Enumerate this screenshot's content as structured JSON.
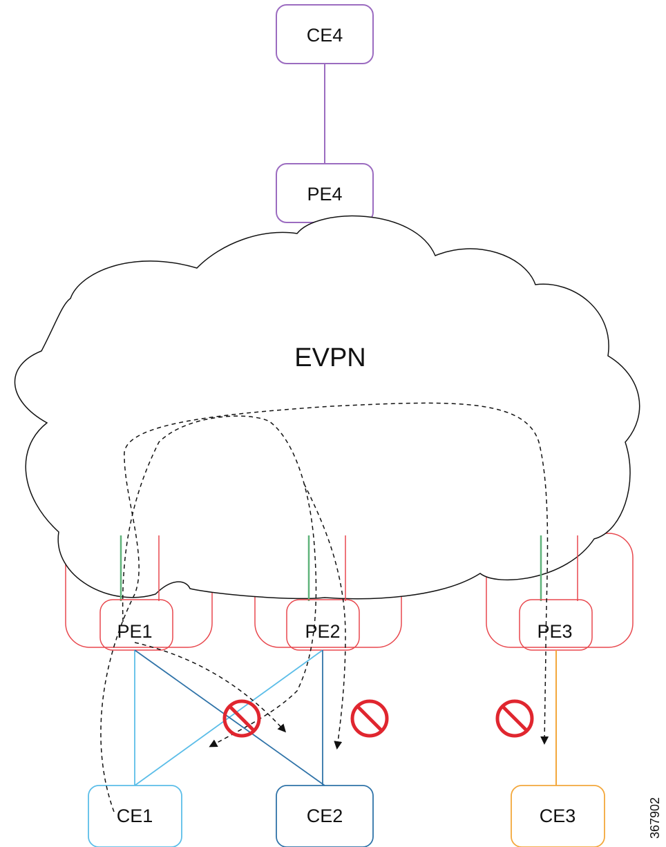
{
  "cloud": {
    "label": "EVPN"
  },
  "nodes": {
    "ce4": "CE4",
    "pe4": "PE4",
    "pe1": "PE1",
    "pe2": "PE2",
    "pe3": "PE3",
    "ce1": "CE1",
    "ce2": "CE2",
    "ce3": "CE3"
  },
  "figure_id": "367902",
  "colors": {
    "purple": "#9b6bc0",
    "red": "#e8474d",
    "green": "#5fb37a",
    "light_blue": "#5bbde8",
    "dark_blue": "#2f73a8",
    "orange": "#f3a73b",
    "block": "#e0262f"
  },
  "icons": [
    "block-icon",
    "block-icon",
    "block-icon",
    "arrowhead"
  ]
}
